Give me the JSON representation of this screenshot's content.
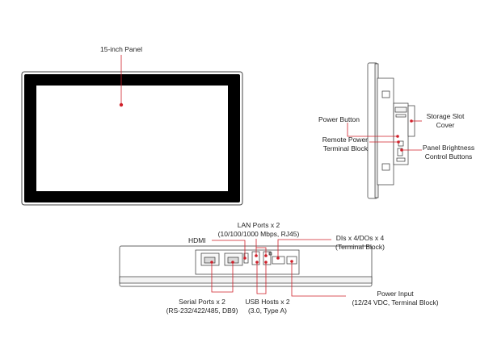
{
  "labels": {
    "panel": "15-inch Panel",
    "power_button": "Power Button",
    "remote_power": [
      "Remote Power",
      "Terminal Block"
    ],
    "storage": [
      "Storage Slot",
      "Cover"
    ],
    "brightness": [
      "Panel Brightness",
      "Control Buttons"
    ],
    "hdmi": "HDMI",
    "lan": [
      "LAN Ports x 2",
      "(10/100/1000 Mbps, RJ45)"
    ],
    "dio": [
      "DIs x 4/DOs x 4",
      "(Terminal Block)"
    ],
    "serial": [
      "Serial Ports x 2",
      "(RS-232/422/485, DB9)"
    ],
    "usb": [
      "USB Hosts x 2",
      "(3.0, Type A)"
    ],
    "power_input": [
      "Power Input",
      "(12/24 VDC, Terminal Block)"
    ]
  },
  "colors": {
    "callout": "#d0202a",
    "outline": "#333333",
    "bezel": "#000000",
    "screen": "#ffffff"
  }
}
